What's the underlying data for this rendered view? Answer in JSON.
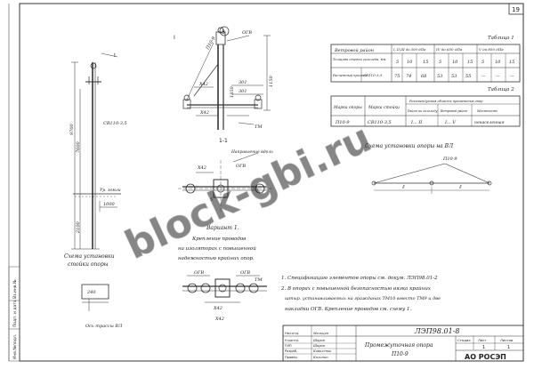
{
  "sheet": {
    "page_number": "19",
    "watermark": "block-gbi.ru",
    "section_top": "I",
    "section_mid": "1-1",
    "callout_num": "3",
    "pole_mark": "СВ110-3,5",
    "side_labels": [
      "Вз.инв.№",
      "Подп. и дата",
      "Инв.№подл."
    ]
  },
  "dims": {
    "d9700": "9700",
    "d7600": "7600",
    "d2100": "2100",
    "d1000": "1000",
    "d1150": "1150",
    "d1350": "1350",
    "d301": "301",
    "d301b": "301",
    "d240": "240",
    "d5": "5",
    "x42a": "X42",
    "x42b": "X42",
    "x42c": "X42",
    "x42d": "X42",
    "x42e": "X42",
    "d1150b": "1150",
    "ogv": "ОГВ",
    "ogv2": "ОГВ",
    "ogv3": "ОГВ",
    "ogv4": "ОГВ",
    "tm": "ТМ",
    "tm2": "ТМ",
    "p10": "П10-9",
    "ground": "Ур. земли",
    "dir": "Направление вдоль",
    "bottom_mark": "Ось трассы ВЛ"
  },
  "schema": {
    "title_left": "Схема установки",
    "title_left2": "стойки опоры",
    "title_right": "Схема установки опоры на ВЛ",
    "label_e1": "ℓ",
    "label_e2": "ℓ",
    "mark": "П10-9"
  },
  "variant": {
    "title": "Вариант 1.",
    "line1": "Крепление проводов",
    "line2": "на изоляторах с повышенной",
    "line3": "надежностью крайних опор."
  },
  "table1": {
    "title": "Таблица 1",
    "head": [
      "Ветровой район",
      "I, II,III до 500 дПа",
      "IV до 650 дПа",
      "V до 850 дПа"
    ],
    "row1_label": "Толщина стенки гололеда, мм",
    "row1": [
      "5",
      "10",
      "15",
      "5",
      "10",
      "15",
      "5",
      "10",
      "15"
    ],
    "row2_label": "Расчетный пролет",
    "row2_mark": "СВ110-3,5",
    "row2": [
      "75",
      "74",
      "68",
      "53",
      "53",
      "55",
      "—",
      "—",
      "—"
    ]
  },
  "table2": {
    "title": "Таблица 2",
    "head": [
      "Марка опоры",
      "Марка стойки",
      "Рекомендуемая область применения опор"
    ],
    "sub": [
      "Район по гололеду",
      "Ветровой район",
      "Местность"
    ],
    "row": [
      "П10-9",
      "СВ110-3,5",
      "I... II",
      "I... V",
      "ненаселенная"
    ]
  },
  "notes": {
    "n1": "1. Спецификацию элементов опоры см. докум. ЛЭП98.01-2",
    "n2": "2. В опорах с повышенной безопасностью вязка крайних",
    "n3": "штыр. устанавливаемых на гражданах ТМ10 вместо ТМ9 и две",
    "n4": "накладки ОГВ. Крепление проводов см. схему 1."
  },
  "stamp": {
    "code": "ЛЭП98.01-8",
    "name": "Промежуточная опора",
    "name2": "П10-9",
    "sheet_label": "Лист",
    "sheets_label": "Листов",
    "stage_label": "Стадия",
    "sheet_val": "1",
    "sheets_val": "1",
    "org": "АО РОСЭП",
    "roles": [
      "Нач.отд.",
      "Н.контр.",
      "ГИП",
      "Разраб.",
      "Провер."
    ],
    "names": [
      "Мальцев",
      "Шаров",
      "Шаров",
      "Коваленко",
      "Калинин"
    ]
  }
}
